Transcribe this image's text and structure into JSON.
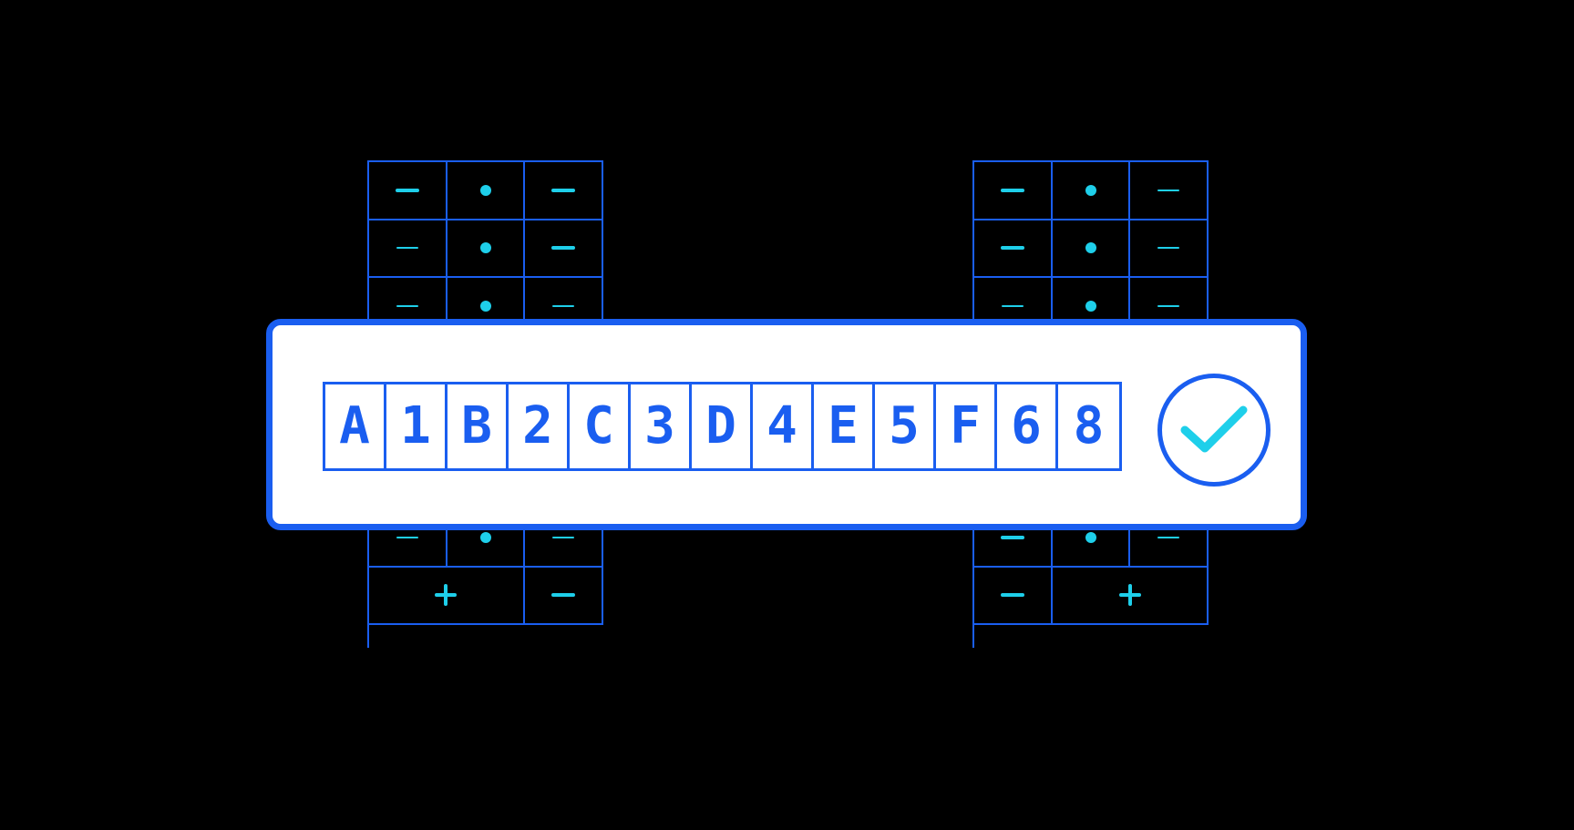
{
  "colors": {
    "background": "#000000",
    "accent_blue": "#1a5ef0",
    "accent_cyan": "#1ecfea",
    "panel": "#ffffff"
  },
  "keypad_left": {
    "rows": [
      [
        {
          "symbol": "dash"
        },
        {
          "symbol": "dot"
        },
        {
          "symbol": "dash"
        }
      ],
      [
        {
          "symbol": "dash-thin"
        },
        {
          "symbol": "dot"
        },
        {
          "symbol": "dash"
        }
      ],
      [
        {
          "symbol": "dash-thin"
        },
        {
          "symbol": "dot"
        },
        {
          "symbol": "dash-thin"
        }
      ],
      [
        {
          "symbol": "none"
        },
        {
          "symbol": "none"
        },
        {
          "symbol": "none"
        }
      ],
      [
        {
          "symbol": "none"
        },
        {
          "symbol": "none"
        },
        {
          "symbol": "none"
        }
      ],
      [
        {
          "symbol": "none"
        },
        {
          "symbol": "none"
        },
        {
          "symbol": "none"
        }
      ],
      [
        {
          "symbol": "dash-thin"
        },
        {
          "symbol": "dot"
        },
        {
          "symbol": "dash-thin"
        }
      ],
      [
        {
          "symbol": "plus",
          "span": 2
        },
        {
          "symbol": "dash"
        }
      ]
    ]
  },
  "keypad_right": {
    "rows": [
      [
        {
          "symbol": "dash"
        },
        {
          "symbol": "dot"
        },
        {
          "symbol": "dash-thin"
        }
      ],
      [
        {
          "symbol": "dash"
        },
        {
          "symbol": "dot"
        },
        {
          "symbol": "dash-thin"
        }
      ],
      [
        {
          "symbol": "dash-thin"
        },
        {
          "symbol": "dot"
        },
        {
          "symbol": "dash-thin"
        }
      ],
      [
        {
          "symbol": "none"
        },
        {
          "symbol": "none"
        },
        {
          "symbol": "none"
        }
      ],
      [
        {
          "symbol": "none"
        },
        {
          "symbol": "none"
        },
        {
          "symbol": "none"
        }
      ],
      [
        {
          "symbol": "none"
        },
        {
          "symbol": "none"
        },
        {
          "symbol": "none"
        }
      ],
      [
        {
          "symbol": "dash"
        },
        {
          "symbol": "dot"
        },
        {
          "symbol": "dash-thin"
        }
      ],
      [
        {
          "symbol": "dash"
        },
        {
          "symbol": "plus",
          "span": 2
        }
      ]
    ]
  },
  "code": {
    "characters": [
      "A",
      "1",
      "B",
      "2",
      "C",
      "3",
      "D",
      "4",
      "E",
      "5",
      "F",
      "6",
      "8"
    ]
  },
  "confirm": {
    "icon": "checkmark-icon"
  }
}
